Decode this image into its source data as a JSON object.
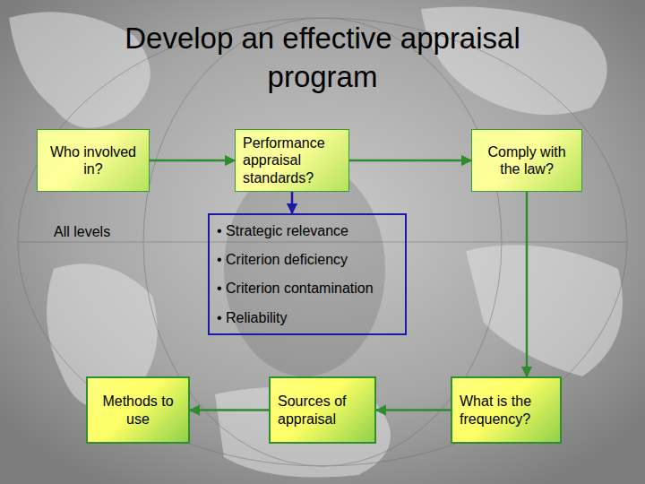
{
  "diagram": {
    "title": "Develop an effective appraisal program",
    "nodes": [
      {
        "text": [
          "Who involved in?"
        ]
      },
      {
        "text": [
          "Performance appraisal standards?"
        ]
      },
      {
        "text": [
          "Comply with the law?"
        ]
      },
      {
        "text": [
          "• Strategic relevance",
          "• Criterion deficiency",
          "• Criterion contamination",
          "• Reliability"
        ]
      },
      {
        "text": [
          "Methods to use"
        ]
      },
      {
        "text": [
          "Sources of appraisal"
        ]
      },
      {
        "text": [
          "What is the frequency?"
        ]
      }
    ],
    "edges": [
      {
        "from": 0,
        "to": 1,
        "arrow": "to"
      },
      {
        "from": 1,
        "to": 2,
        "arrow": "to"
      },
      {
        "from": 1,
        "to": 3,
        "arrow": "to"
      },
      {
        "from": 2,
        "to": 6,
        "arrow": "to"
      },
      {
        "from": 6,
        "to": 5,
        "arrow": "to"
      },
      {
        "from": 5,
        "to": 4,
        "arrow": "to"
      }
    ],
    "labels": [
      "All levels"
    ]
  }
}
